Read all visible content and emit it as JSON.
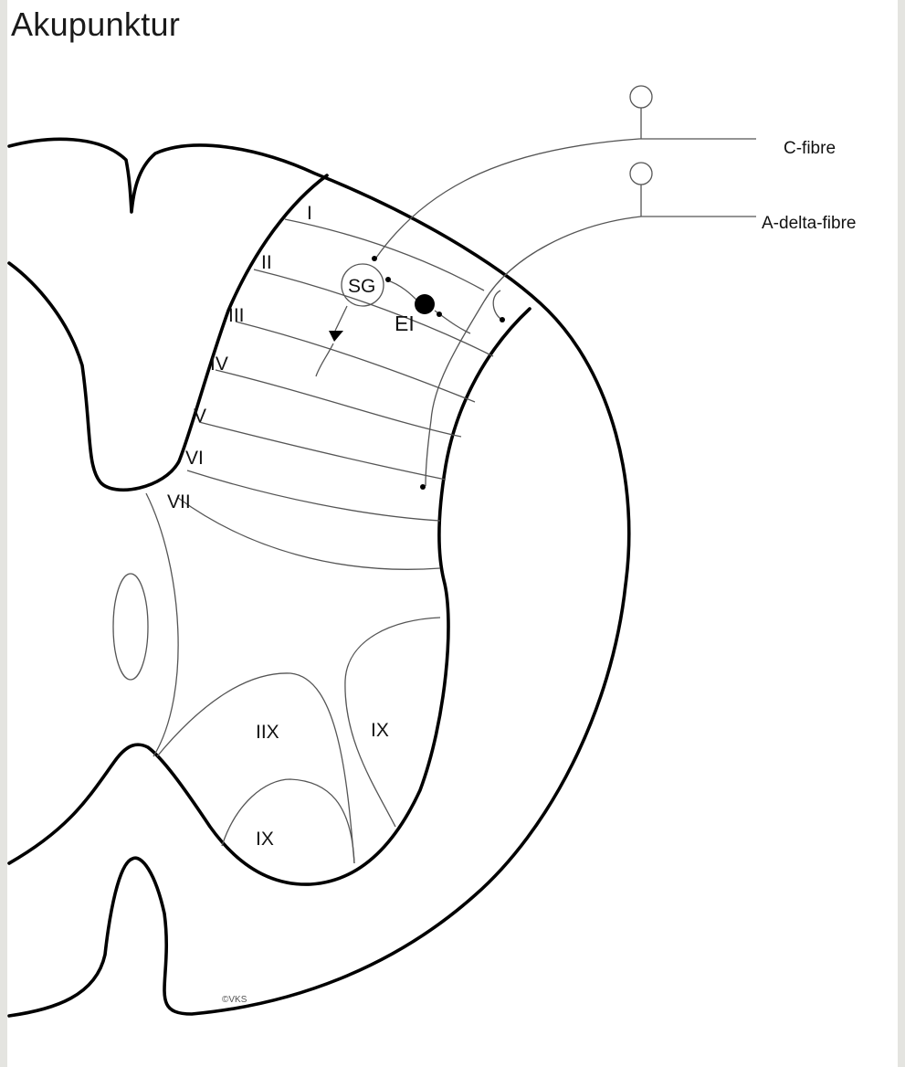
{
  "title": "Akupunktur",
  "fibres": {
    "c": "C-fibre",
    "a_delta": "A-delta-fibre"
  },
  "laminae": [
    "I",
    "II",
    "III",
    "IV",
    "V",
    "VI",
    "VII"
  ],
  "cells": {
    "sg": "SG",
    "ei": "EI"
  },
  "ventral": {
    "iix": "IIX",
    "ix_right": "IX",
    "ix_bottom": "IX"
  },
  "copyright": "©VKS"
}
